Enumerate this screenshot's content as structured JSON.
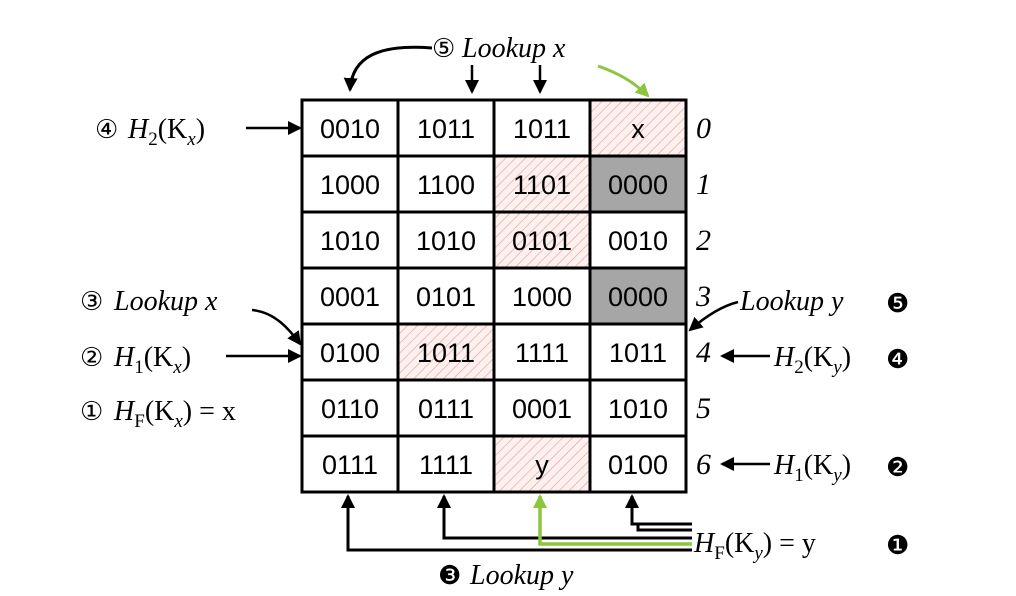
{
  "table": {
    "rows": [
      [
        {
          "text": "0010",
          "style": "plain"
        },
        {
          "text": "1011",
          "style": "plain"
        },
        {
          "text": "1011",
          "style": "plain"
        },
        {
          "text": "x",
          "style": "hatched"
        }
      ],
      [
        {
          "text": "1000",
          "style": "plain"
        },
        {
          "text": "1100",
          "style": "plain"
        },
        {
          "text": "1101",
          "style": "hatched"
        },
        {
          "text": "0000",
          "style": "gray"
        }
      ],
      [
        {
          "text": "1010",
          "style": "plain"
        },
        {
          "text": "1010",
          "style": "plain"
        },
        {
          "text": "0101",
          "style": "hatched"
        },
        {
          "text": "0010",
          "style": "plain"
        }
      ],
      [
        {
          "text": "0001",
          "style": "plain"
        },
        {
          "text": "0101",
          "style": "plain"
        },
        {
          "text": "1000",
          "style": "plain"
        },
        {
          "text": "0000",
          "style": "gray"
        }
      ],
      [
        {
          "text": "0100",
          "style": "plain"
        },
        {
          "text": "1011",
          "style": "hatched"
        },
        {
          "text": "1111",
          "style": "plain"
        },
        {
          "text": "1011",
          "style": "plain"
        }
      ],
      [
        {
          "text": "0110",
          "style": "plain"
        },
        {
          "text": "0111",
          "style": "plain"
        },
        {
          "text": "0001",
          "style": "plain"
        },
        {
          "text": "1010",
          "style": "plain"
        }
      ],
      [
        {
          "text": "0111",
          "style": "plain"
        },
        {
          "text": "1111",
          "style": "plain"
        },
        {
          "text": "y",
          "style": "hatched"
        },
        {
          "text": "0100",
          "style": "plain"
        }
      ]
    ],
    "row_indices": [
      "0",
      "1",
      "2",
      "3",
      "4",
      "5",
      "6"
    ]
  },
  "left": {
    "step4": {
      "num": "④",
      "h": "H",
      "sub": "2",
      "arg": "(K",
      "argsub": "x",
      "close": ")"
    },
    "step3": {
      "num": "③",
      "label": "Lookup x"
    },
    "step2": {
      "num": "②",
      "h": "H",
      "sub": "1",
      "arg": "(K",
      "argsub": "x",
      "close": ")"
    },
    "step1": {
      "num": "①",
      "h": "H",
      "sub": "F",
      "arg": "(K",
      "argsub": "x",
      "close": ") = x"
    }
  },
  "top": {
    "num": "⑤",
    "label": "Lookup x"
  },
  "right": {
    "step5": {
      "label": "Lookup y",
      "num": "❺"
    },
    "step4": {
      "h": "H",
      "sub": "2",
      "arg": "(K",
      "argsub": "y",
      "close": ")",
      "num": "❹"
    },
    "step2": {
      "h": "H",
      "sub": "1",
      "arg": "(K",
      "argsub": "y",
      "close": ")",
      "num": "❷"
    },
    "step1": {
      "h": "H",
      "sub": "F",
      "arg": "(K",
      "argsub": "y",
      "close": ") = y",
      "num": "❶"
    }
  },
  "bottom": {
    "num": "❸",
    "label": "Lookup y"
  },
  "colors": {
    "green": "#8cc63f",
    "gray": "#a6a6a6",
    "hatch": "#e8a6a0",
    "hatch_bg": "#fdf1ef"
  }
}
